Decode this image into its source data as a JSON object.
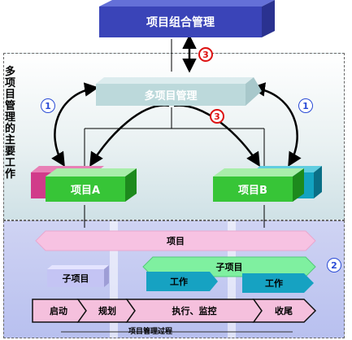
{
  "diagram": {
    "top_box": "项目组合管理",
    "middle_box": "多项目管理",
    "side_label": "多项目管理的主要工作",
    "project_a": "项目A",
    "project_b": "项目B",
    "project_bar": "项目",
    "subproject_left": "子项目",
    "subproject_right": "子项目",
    "work_left": "工作",
    "work_right": "工作",
    "phases": [
      "启动",
      "规划",
      "执行、监控",
      "收尾"
    ],
    "process_label": "项目管理过程",
    "markers": {
      "one_left": "1",
      "one_right": "1",
      "two": "2",
      "three_top": "3",
      "three_mid": "3"
    }
  },
  "colors": {
    "top_box": "#3a44b8",
    "middle_box": "#bcd9db",
    "project_green": "#37c537",
    "project_magenta": "#d13b8a",
    "project_teal": "#13a3c0",
    "pink_bar": "#f7c2e2",
    "subproject_green": "#7ff0a0",
    "work_teal": "#16a2c2",
    "phase_pink": "#f5c0dd"
  }
}
